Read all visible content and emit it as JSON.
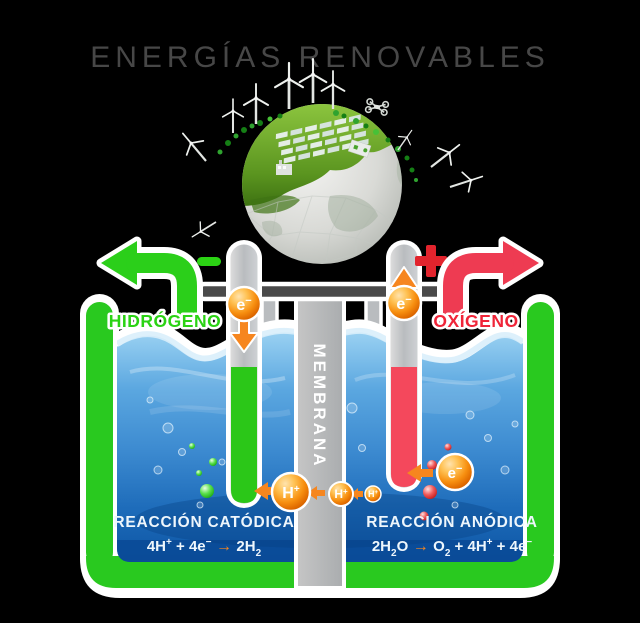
{
  "title": "ENERGÍAS RENOVABLES",
  "labels": {
    "hydrogen": "HIDRÓGENO",
    "oxygen": "OXÍGENO",
    "membrane": "MEMBRANA",
    "cathode_polarity": "−",
    "anode_polarity": "+"
  },
  "particles": {
    "electron": "e",
    "electron_charge": "−",
    "proton": "H",
    "proton_charge": "+"
  },
  "reactions": {
    "cathodic": {
      "heading": "REACCIÓN CATÓDICA",
      "t1": "4H",
      "t1s": "+",
      "t2": " + 4e",
      "t2s": "−",
      "arrow": " → ",
      "t3": "2H",
      "t3s": "2"
    },
    "anodic": {
      "heading": "REACCIÓN ANÓDICA",
      "t1": "2H",
      "t1s": "2",
      "t2": "O",
      "arrow": " → ",
      "t3": "O",
      "t3s": "2",
      "t4": " + 4H",
      "t4s": "+",
      "t5": " + 4e",
      "t5s": "−"
    }
  },
  "colors": {
    "background": "#000000",
    "green": "#29c91f",
    "red": "#e82e3f",
    "orange": "#f5821f",
    "water_deep": "#0d55a4",
    "membrane_gray": "#b5b8bb",
    "bar_gray": "#4a4a4a",
    "title_gray": "#474747"
  }
}
